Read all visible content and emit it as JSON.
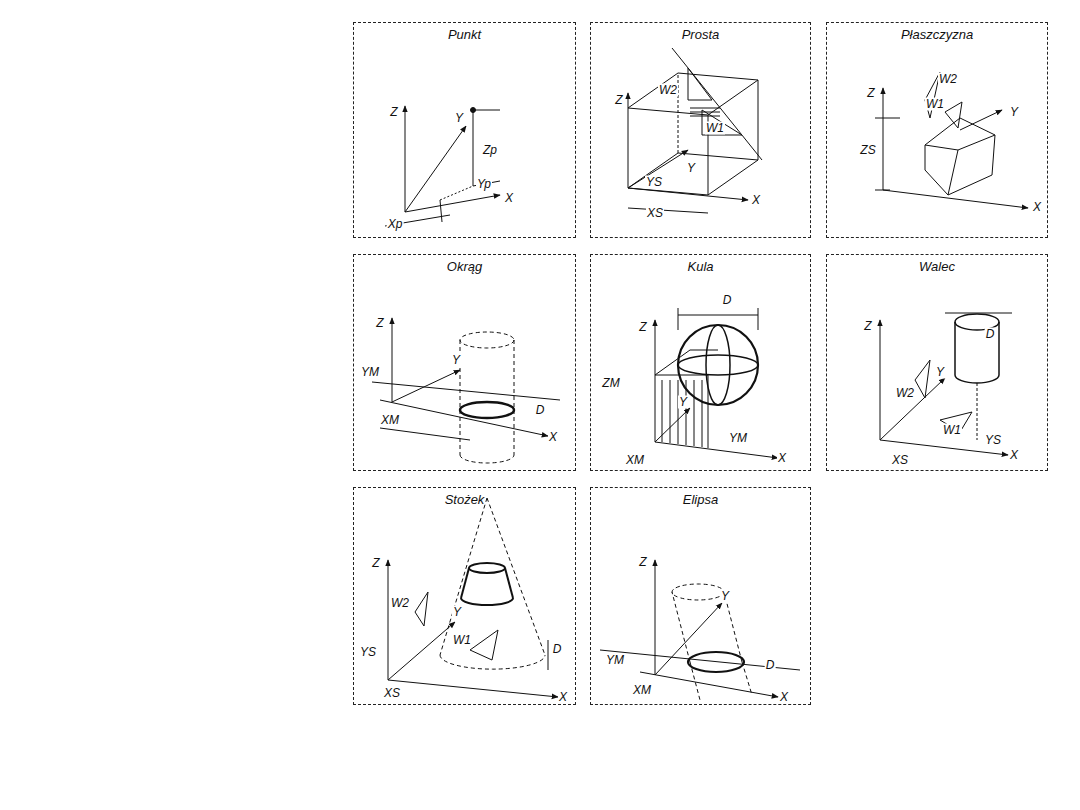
{
  "diagram": {
    "nodes": [
      {
        "text": [
          "Punkt"
        ]
      },
      {
        "text": [
          "Prosta"
        ]
      },
      {
        "text": [
          "Płaszczyzna"
        ]
      },
      {
        "text": [
          "Okrąg"
        ]
      },
      {
        "text": [
          "Kula"
        ]
      },
      {
        "text": [
          "Walec"
        ]
      },
      {
        "text": [
          "Stożek"
        ]
      },
      {
        "text": [
          "Elipsa"
        ]
      }
    ],
    "labels": [
      "Z",
      "Y",
      "X",
      "Zp",
      "Yp",
      "Xp",
      "W2",
      "W1",
      "Z",
      "YS",
      "Y",
      "XS",
      "X",
      "W2",
      "W1",
      "Z",
      "Y",
      "ZS",
      "X",
      "Z",
      "Y",
      "YM",
      "D",
      "XM",
      "X",
      "D",
      "Z",
      "ZM",
      "Y",
      "YM",
      "XM",
      "X",
      "Z",
      "D",
      "W2",
      "Y",
      "W1",
      "YS",
      "XS",
      "X",
      "Z",
      "W2",
      "Y",
      "W1",
      "YS",
      "XS",
      "D",
      "X",
      "Z",
      "Y",
      "YM",
      "XM",
      "D",
      "X"
    ]
  }
}
